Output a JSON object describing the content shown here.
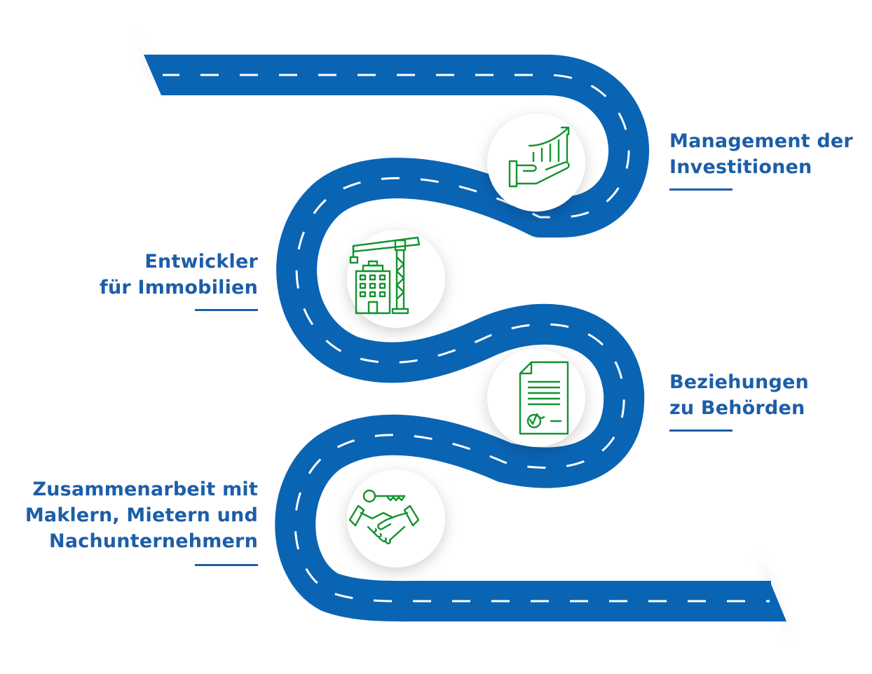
{
  "colors": {
    "road": "#0a64b4",
    "road_dash": "#ffffff",
    "label": "#1c5ea8",
    "icon": "#13932f",
    "circle": "#ffffff"
  },
  "stations": [
    {
      "id": "investment",
      "icon": "hand-growth-chart-icon",
      "lines": [
        "Management der",
        "Investitionen"
      ]
    },
    {
      "id": "developer",
      "icon": "construction-crane-building-icon",
      "lines": [
        "Entwickler",
        "für Immobilien"
      ]
    },
    {
      "id": "authorities",
      "icon": "signed-document-icon",
      "lines": [
        "Beziehungen",
        "zu Behörden"
      ]
    },
    {
      "id": "cooperation",
      "icon": "handshake-key-icon",
      "lines": [
        "Zusammenarbeit mit",
        "Maklern, Mietern und",
        "Nachunternehmern"
      ]
    }
  ]
}
